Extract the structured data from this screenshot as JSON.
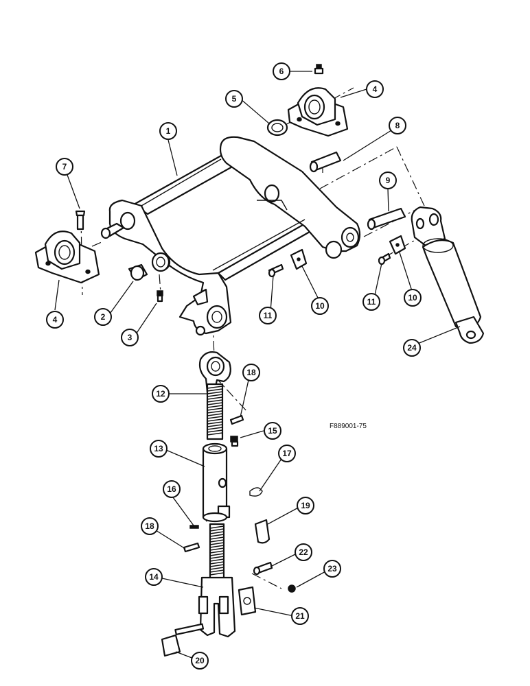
{
  "figure_id": "F889001-75",
  "callouts": [
    {
      "label": "1"
    },
    {
      "label": "2"
    },
    {
      "label": "3"
    },
    {
      "label": "4"
    },
    {
      "label": "4"
    },
    {
      "label": "5"
    },
    {
      "label": "6"
    },
    {
      "label": "7"
    },
    {
      "label": "8"
    },
    {
      "label": "9"
    },
    {
      "label": "10"
    },
    {
      "label": "10"
    },
    {
      "label": "11"
    },
    {
      "label": "11"
    },
    {
      "label": "12"
    },
    {
      "label": "13"
    },
    {
      "label": "14"
    },
    {
      "label": "15"
    },
    {
      "label": "16"
    },
    {
      "label": "17"
    },
    {
      "label": "18"
    },
    {
      "label": "18"
    },
    {
      "label": "19"
    },
    {
      "label": "20"
    },
    {
      "label": "21"
    },
    {
      "label": "22"
    },
    {
      "label": "23"
    },
    {
      "label": "24"
    }
  ]
}
